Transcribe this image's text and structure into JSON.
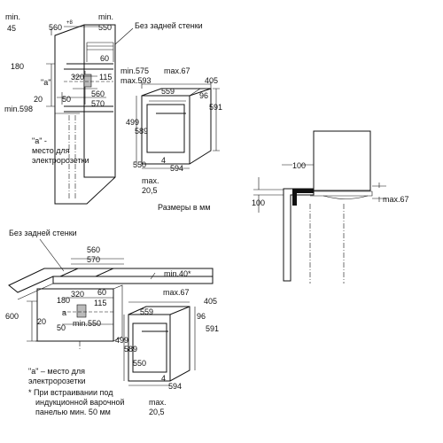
{
  "texts": {
    "min45": "min.",
    "v45": "45",
    "v560s": "560",
    "star1": "+8",
    "min550": "min.",
    "v550": "550",
    "no_back_wall": "Без задней стенки",
    "v180": "180",
    "v60": "60",
    "v320": "320",
    "v115": "115",
    "a1": "\"a\"",
    "v20": "20",
    "v50": "50",
    "v560b": "560",
    "v570": "570",
    "min598": "min.598",
    "min575": "min.575",
    "max593": "max.593",
    "max67": "max.67",
    "v405": "405",
    "v559": "559",
    "v96": "96",
    "v499": "499",
    "v589": "589",
    "v591": "591",
    "v4": "4",
    "v550s": "550",
    "v594": "594",
    "max205a": "max.",
    "v205a": "20,5",
    "a_note1": "\"a\" -",
    "a_note2": "место для",
    "a_note3": "электророзетки",
    "units": "Размеры в мм",
    "r100a": "100",
    "r100b": "100",
    "rmax67": "max.67",
    "no_back_wall2": "Без задней стенки",
    "b560": "560",
    "b570": "570",
    "bmin40": "min.40*",
    "b60": "60",
    "b180": "180",
    "b320": "320",
    "b115": "115",
    "ba": "a",
    "b600": "600",
    "b20": "20",
    "b50": "50",
    "bmin550": "min.550",
    "bmax67": "max.67",
    "b405": "405",
    "b559": "559",
    "b96": "96",
    "b499": "499",
    "b589": "589",
    "b591": "591",
    "b550": "550",
    "b4": "4",
    "b594": "594",
    "bmax205": "max.",
    "b205": "20,5",
    "note2a": "\"a\" – место для",
    "note2b": "электророзетки",
    "note3a": "* При встраивании под",
    "note3b": "индукционной варочной",
    "note3c": "панелью мин. 50 мм"
  }
}
